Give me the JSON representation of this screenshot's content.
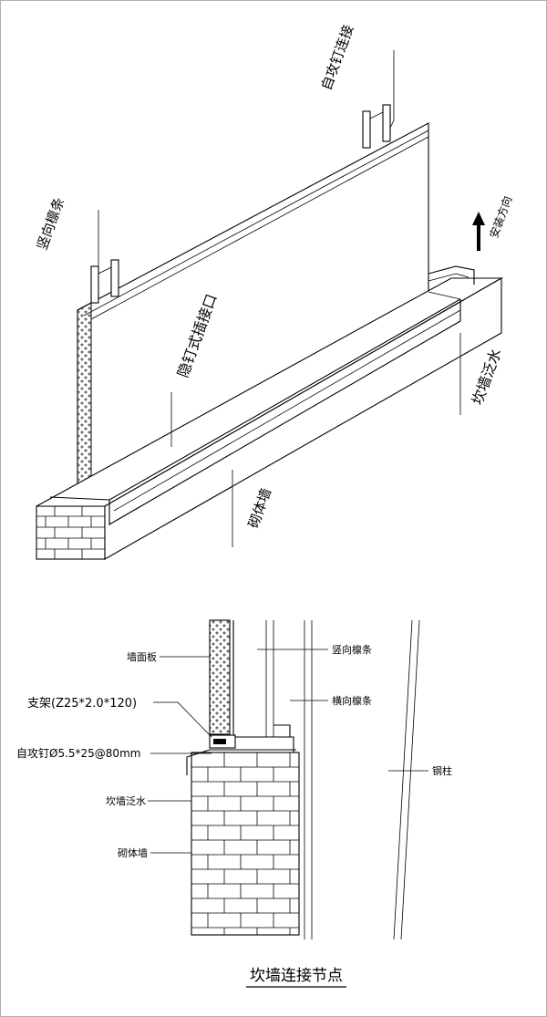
{
  "top_diagram": {
    "labels": {
      "self_tapping_screw": "自攻钉连接",
      "vertical_purlin": "竖向檩条",
      "install_direction": "安装方向",
      "hidden_nail_joint": "隐钉式插接口",
      "curb_flashing": "坎墙泛水",
      "masonry_wall": "砌体墙"
    }
  },
  "bottom_diagram": {
    "labels": {
      "wall_panel": "墙面板",
      "bracket": "支架(Z25*2.0*120)",
      "screw": "自攻钉Ø5.5*25@80mm",
      "curb_flashing": "坎墙泛水",
      "masonry_wall": "砌体墙",
      "vertical_purlin": "竖向檩条",
      "horizontal_purlin": "横向檩条",
      "steel_column": "钢柱"
    },
    "caption": "坎墙连接节点"
  },
  "colors": {
    "line": "#000000",
    "background": "#ffffff",
    "frame": "#b0b0b0"
  }
}
